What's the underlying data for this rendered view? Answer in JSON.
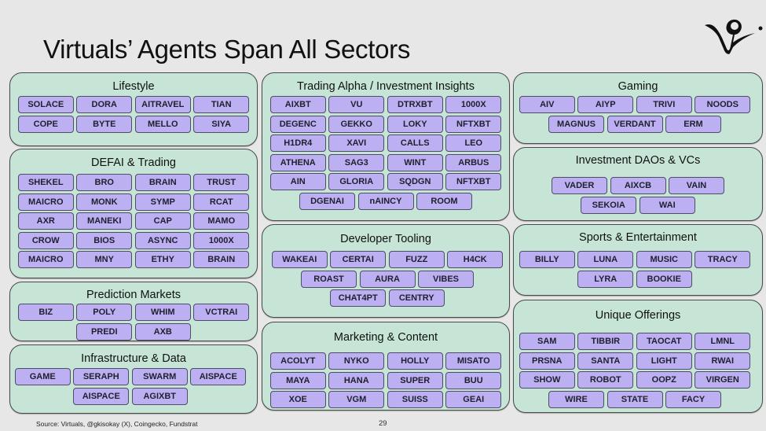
{
  "slide": {
    "title": "Virtuals’ Agents Span All Sectors",
    "logo": "virtuals-logo-icon",
    "source": "Source: Virtuals, @gkisokay (X), Coingecko, Fundstrat",
    "page_number": "29"
  },
  "colors": {
    "background": "#e7e7e7",
    "box_fill": "#c6e5d6",
    "chip_fill": "#bcb0f2",
    "border": "#4a4a4a"
  },
  "sectors": {
    "lifestyle": {
      "title": "Lifestyle",
      "agents": [
        "SOLACE",
        "DORA",
        "AITRAVEL",
        "TIAN",
        "COPE",
        "BYTE",
        "MELLO",
        "SIYA"
      ]
    },
    "defai": {
      "title": "DEFAI & Trading",
      "agents": [
        "SHEKEL",
        "BRO",
        "BRAIN",
        "TRUST",
        "MAICRO",
        "MONK",
        "SYMP",
        "RCAT",
        "AXR",
        "MANEKI",
        "CAP",
        "MAMO",
        "CROW",
        "BIOS",
        "ASYNC",
        "1000X",
        "MAICRO",
        "MNY",
        "ETHY",
        "BRAIN"
      ]
    },
    "prediction": {
      "title": "Prediction Markets",
      "agents": [
        "BIZ",
        "POLY",
        "WHIM",
        "VCTRAI",
        "PREDI",
        "AXB"
      ]
    },
    "infra": {
      "title": "Infrastructure & Data",
      "agents": [
        "GAME",
        "SERAPH",
        "SWARM",
        "AISPACE",
        "AISPACE",
        "AGIXBT"
      ]
    },
    "trading_alpha": {
      "title": "Trading Alpha / Investment Insights",
      "agents": [
        "AIXBT",
        "VU",
        "DTRXBT",
        "1000X",
        "DEGENC",
        "GEKKO",
        "LOKY",
        "NFTXBT",
        "H1DR4",
        "XAVI",
        "CALLS",
        "LEO",
        "ATHENA",
        "SAG3",
        "WINT",
        "ARBUS",
        "AIN",
        "GLORIA",
        "SQDGN",
        "NFTXBT",
        "DGENAI",
        "nAINCY",
        "ROOM"
      ]
    },
    "dev_tooling": {
      "title": "Developer Tooling",
      "agents": [
        "WAKEAI",
        "CERTAI",
        "FUZZ",
        "H4CK",
        "ROAST",
        "AURA",
        "VIBES",
        "CHAT4PT",
        "CENTRY"
      ]
    },
    "marketing": {
      "title": "Marketing & Content",
      "agents": [
        "ACOLYT",
        "NYKO",
        "HOLLY",
        "MISATO",
        "MAYA",
        "HANA",
        "SUPER",
        "BUU",
        "XOE",
        "VGM",
        "SUISS",
        "GEAI"
      ]
    },
    "gaming": {
      "title": "Gaming",
      "agents": [
        "AIV",
        "AIYP",
        "TRIVI",
        "NOODS",
        "MAGNUS",
        "VERDANT",
        "ERM"
      ]
    },
    "investment_daos": {
      "title": "Investment DAOs & VCs",
      "agents": [
        "VADER",
        "AIXCB",
        "VAIN",
        "SEKOIA",
        "WAI"
      ]
    },
    "sports": {
      "title": "Sports & Entertainment",
      "agents": [
        "BILLY",
        "LUNA",
        "MUSIC",
        "TRACY",
        "LYRA",
        "BOOKIE"
      ]
    },
    "unique": {
      "title": "Unique Offerings",
      "agents": [
        "SAM",
        "TIBBIR",
        "TAOCAT",
        "LMNL",
        "PRSNA",
        "SANTA",
        "LIGHT",
        "RWAI",
        "SHOW",
        "ROBOT",
        "OOPZ",
        "VIRGEN",
        "WIRE",
        "STATE",
        "FACY"
      ]
    }
  }
}
